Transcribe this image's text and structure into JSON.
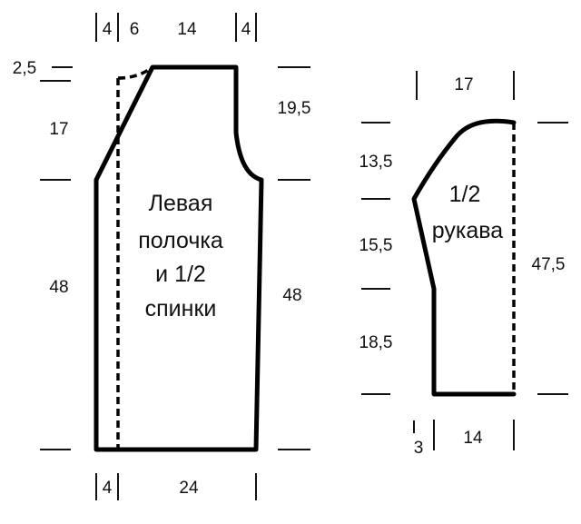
{
  "front_back": {
    "label_lines": [
      "Левая",
      "полочка",
      "и 1/2",
      "спинки"
    ],
    "top_dims": [
      "4",
      "6",
      "14",
      "4"
    ],
    "bottom_dims": [
      "4",
      "24"
    ],
    "left_dims": [
      "2,5",
      "17",
      "48"
    ],
    "right_dims": [
      "19,5",
      "48"
    ]
  },
  "sleeve": {
    "label_lines": [
      "1/2",
      "рукава"
    ],
    "top_dim": "17",
    "bottom_dims": [
      "3",
      "14"
    ],
    "left_dims": [
      "13,5",
      "15,5",
      "18,5"
    ],
    "right_dim": "47,5"
  }
}
